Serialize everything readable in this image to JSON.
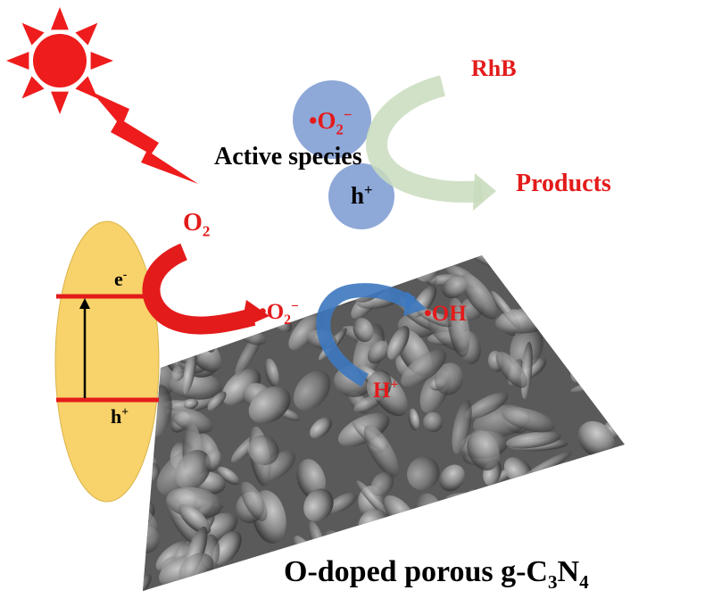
{
  "title": "O-doped porous g-C",
  "title_sub1": "3",
  "title_mid": "N",
  "title_sub2": "4",
  "labels": {
    "rhb": "RhB",
    "products": "Products",
    "active_species": "Active species",
    "superoxide_main": "•O",
    "superoxide_sub": "2",
    "superoxide_sup": "−",
    "hole_main": "h",
    "hole_sup": "+",
    "o2_main": "O",
    "o2_sub": "2",
    "electron_main": "e",
    "electron_sup": "-",
    "band_hole_main": "h",
    "band_hole_sup": "+",
    "surface_superoxide_main": "•O",
    "surface_superoxide_sub": "2",
    "surface_superoxide_sup": "−",
    "hydroxyl": "•OH",
    "proton_main": "H",
    "proton_sup": "+"
  },
  "colors": {
    "red": "#e41b1b",
    "sun": "#ee1c1c",
    "band_gap_fill": "#f8d26a",
    "species_circle": "#8ea8d8",
    "blue_arrow": "#3d78bf",
    "green_arrow": "#c9dcbd",
    "sem_gray": "#7b7b7b"
  },
  "icons": {
    "sun": "sun-icon",
    "lightning": "lightning-icon"
  }
}
